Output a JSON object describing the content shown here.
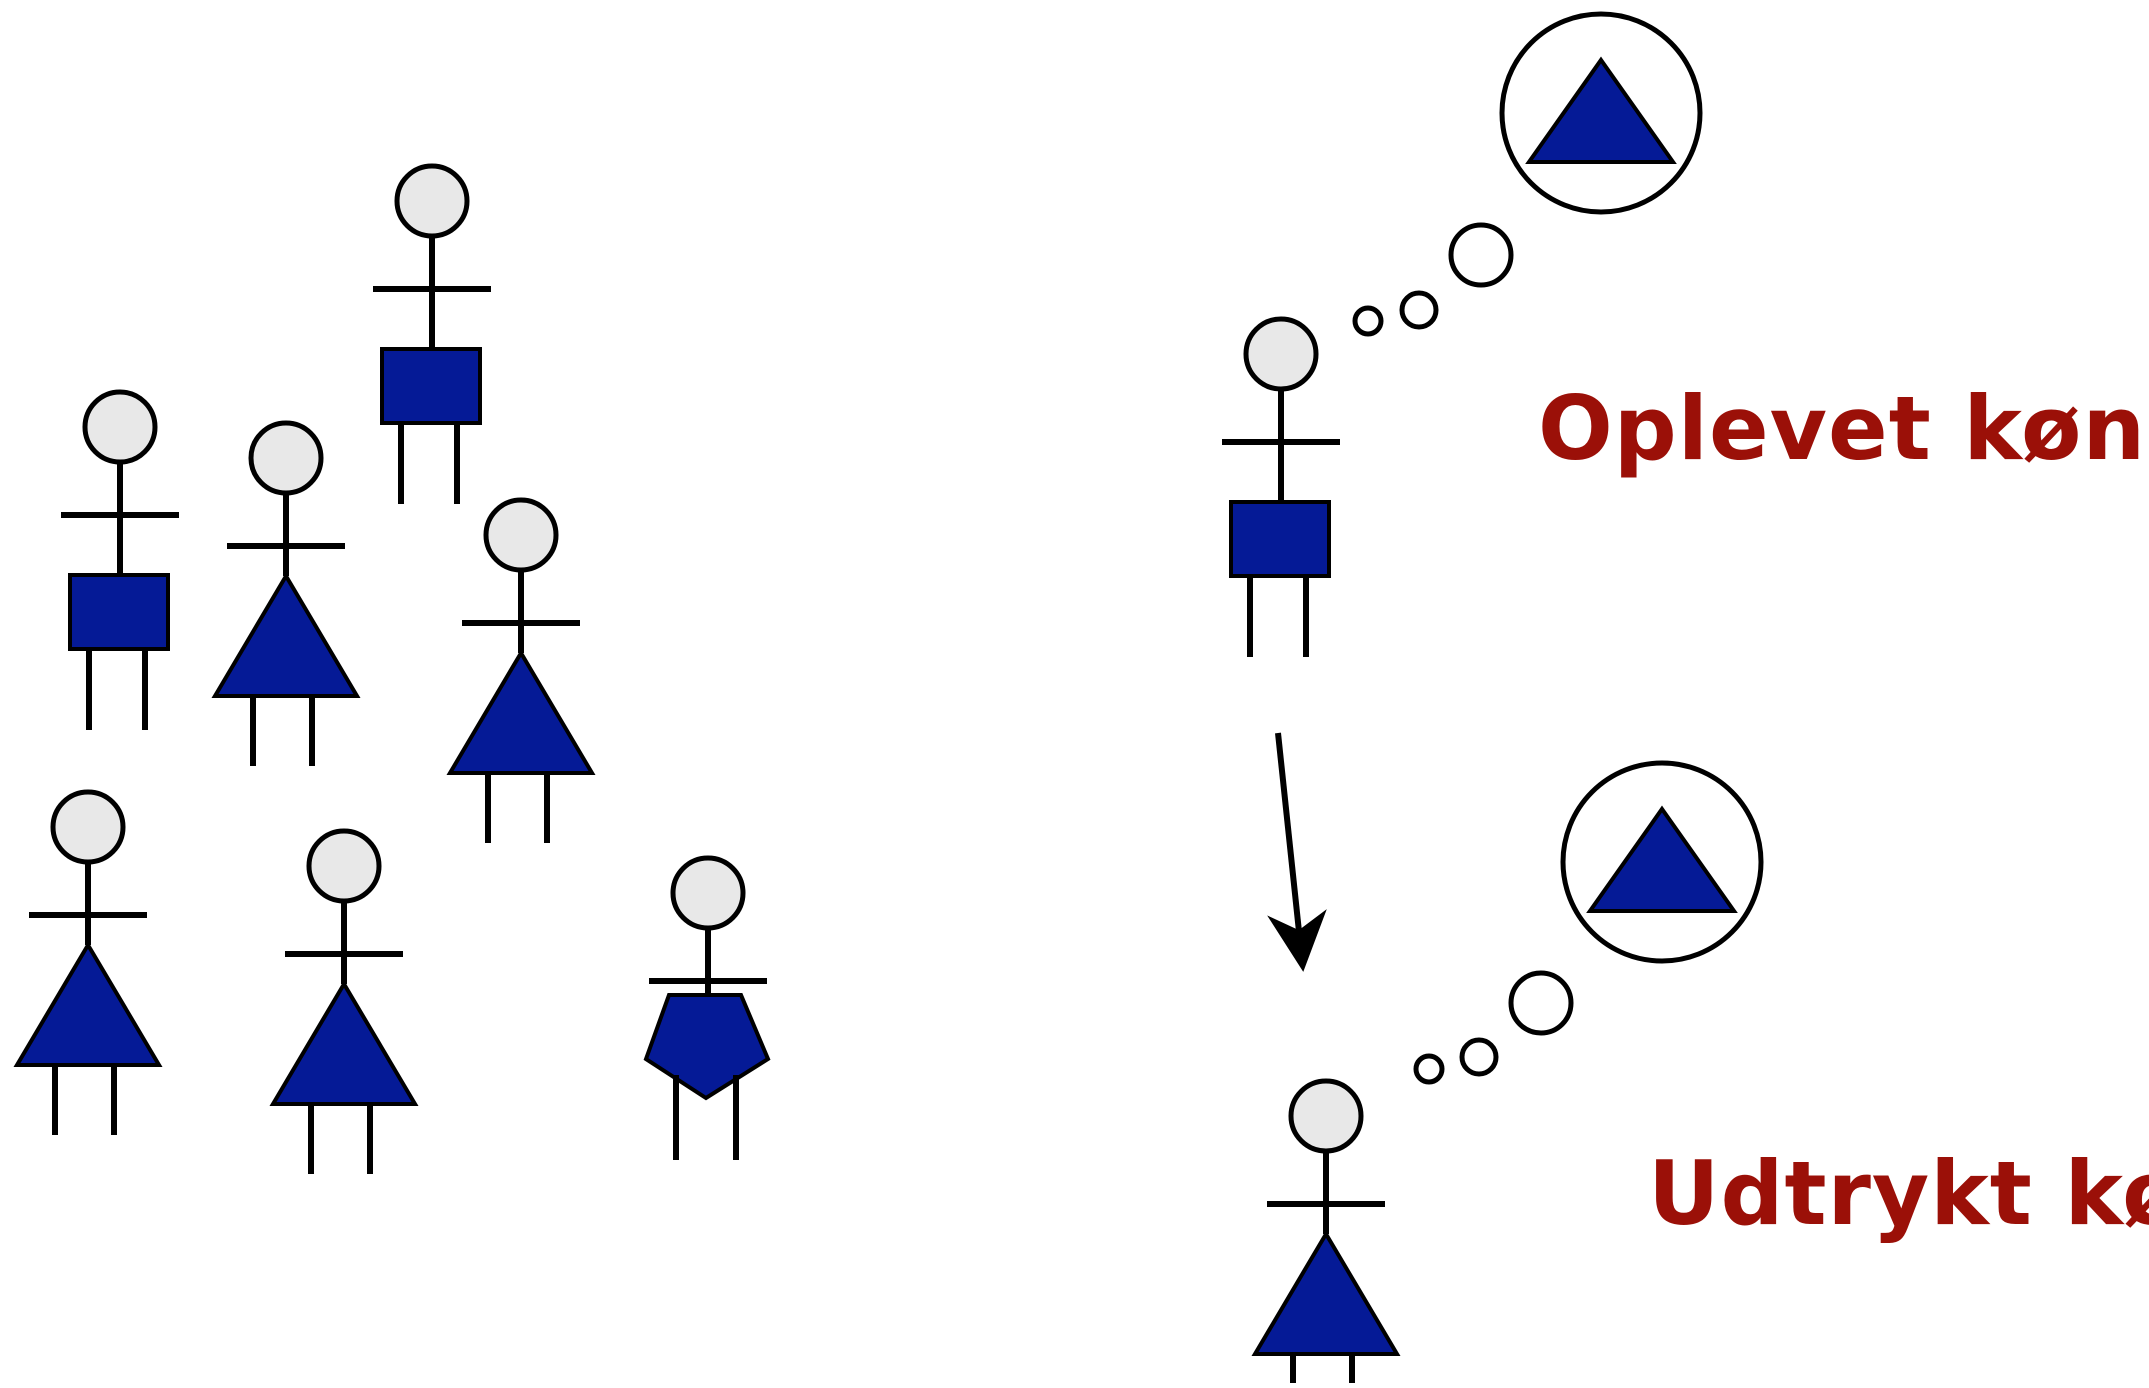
{
  "labels": {
    "experienced_gender": "Oplevet køn",
    "expressed_gender": "Udtrykt køn"
  },
  "colors": {
    "shape_fill": "#051a96",
    "head_fill": "#e8e8e8",
    "stroke": "#000000",
    "label_text": "#9b1008",
    "background": "#ffffff"
  },
  "figures": {
    "crowd": [
      "square",
      "square",
      "triangle",
      "triangle",
      "triangle",
      "triangle",
      "pentagon"
    ],
    "individual_top": "square",
    "individual_bottom": "triangle"
  },
  "thought_content": {
    "top": "triangle",
    "bottom": "triangle"
  }
}
